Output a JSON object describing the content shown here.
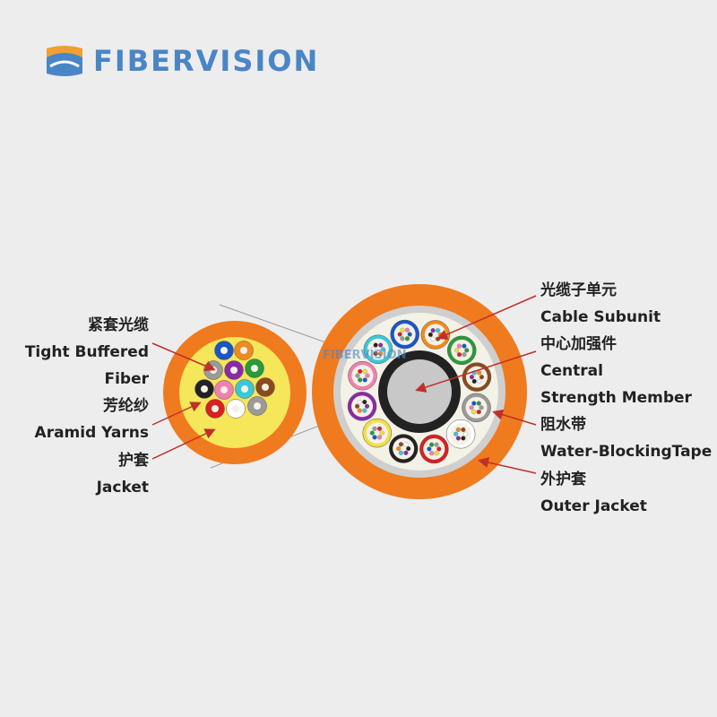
{
  "brand": {
    "name": "FIBERVISION",
    "watermark": "FIBERVISION",
    "color": "#4a86c6",
    "accent": "#f0a030"
  },
  "left_labels": [
    {
      "key": "tight_zh",
      "text": "紧套光缆"
    },
    {
      "key": "tight_en1",
      "text": "Tight Buffered"
    },
    {
      "key": "tight_en2",
      "text": "Fiber"
    },
    {
      "key": "aramid_zh",
      "text": "芳纶纱"
    },
    {
      "key": "aramid_en",
      "text": "Aramid Yarns"
    },
    {
      "key": "jacket_zh",
      "text": "护套"
    },
    {
      "key": "jacket_en",
      "text": "Jacket"
    }
  ],
  "right_labels": [
    {
      "key": "subunit_zh",
      "text": "光缆子单元"
    },
    {
      "key": "subunit_en",
      "text": "Cable Subunit"
    },
    {
      "key": "central_zh",
      "text": "中心加强件"
    },
    {
      "key": "central_en1",
      "text": "Central"
    },
    {
      "key": "central_en2",
      "text": "Strength Member"
    },
    {
      "key": "water_zh",
      "text": "阻水带"
    },
    {
      "key": "water_en",
      "text": "Water-BlockingTape"
    },
    {
      "key": "outer_zh",
      "text": "外护套"
    },
    {
      "key": "outer_en",
      "text": "Outer Jacket"
    }
  ],
  "colors": {
    "jacket": "#f07a1e",
    "aramid": "#f5e65a",
    "tape": "#cfcfcf",
    "inner_fill": "#f4f1e6",
    "strength_member": "#c8c8c8",
    "strength_ring": "#222222",
    "arrow": "#c0302a",
    "fiber_colors": [
      "#1a56c8",
      "#f08a20",
      "#2a9a3a",
      "#8b4a1e",
      "#9a9a9a",
      "#ffffff",
      "#d82020",
      "#222222",
      "#f0e040",
      "#8a2aa8",
      "#f080b0",
      "#3ac8d8"
    ]
  }
}
